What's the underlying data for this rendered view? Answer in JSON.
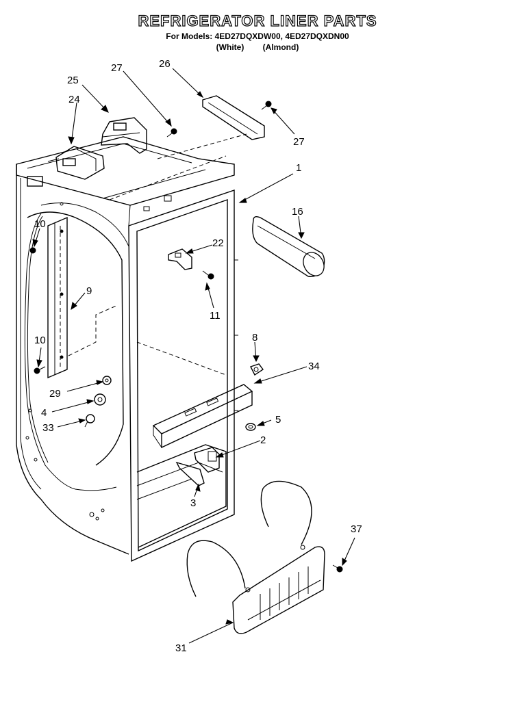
{
  "header": {
    "title": "REFRIGERATOR LINER PARTS",
    "models": "For Models: 4ED27DQXDW00, 4ED27DQXDN00",
    "color_white": "(White)",
    "color_almond": "(Almond)"
  },
  "callouts": [
    "25",
    "27",
    "26",
    "24",
    "27",
    "1",
    "16",
    "10",
    "22",
    "9",
    "11",
    "10",
    "8",
    "34",
    "29",
    "4",
    "5",
    "33",
    "2",
    "3",
    "37",
    "31"
  ]
}
